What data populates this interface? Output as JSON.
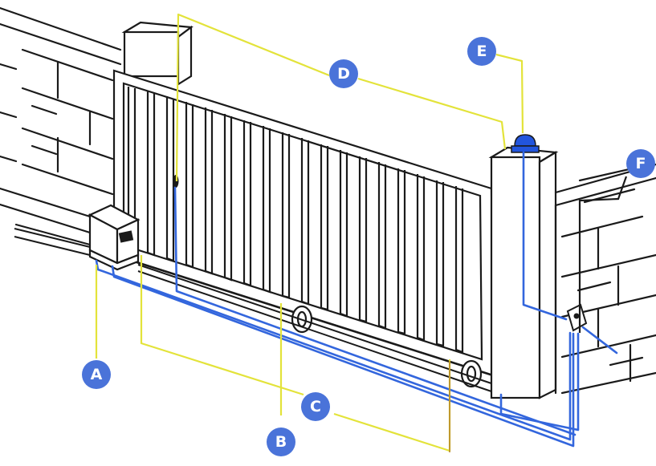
{
  "colors": {
    "background": "#ffffff",
    "line_art": "#1a1a1a",
    "callout_leader": "#e3e33a",
    "wiring": "#3366dd",
    "callout_badge": "#4a73d9",
    "beacon": "#2255dd",
    "track_line": "#b8862a"
  },
  "callouts": [
    {
      "id": "A",
      "label": "A"
    },
    {
      "id": "B",
      "label": "B"
    },
    {
      "id": "C",
      "label": "C"
    },
    {
      "id": "D",
      "label": "D"
    },
    {
      "id": "E",
      "label": "E"
    },
    {
      "id": "F",
      "label": "F"
    }
  ]
}
